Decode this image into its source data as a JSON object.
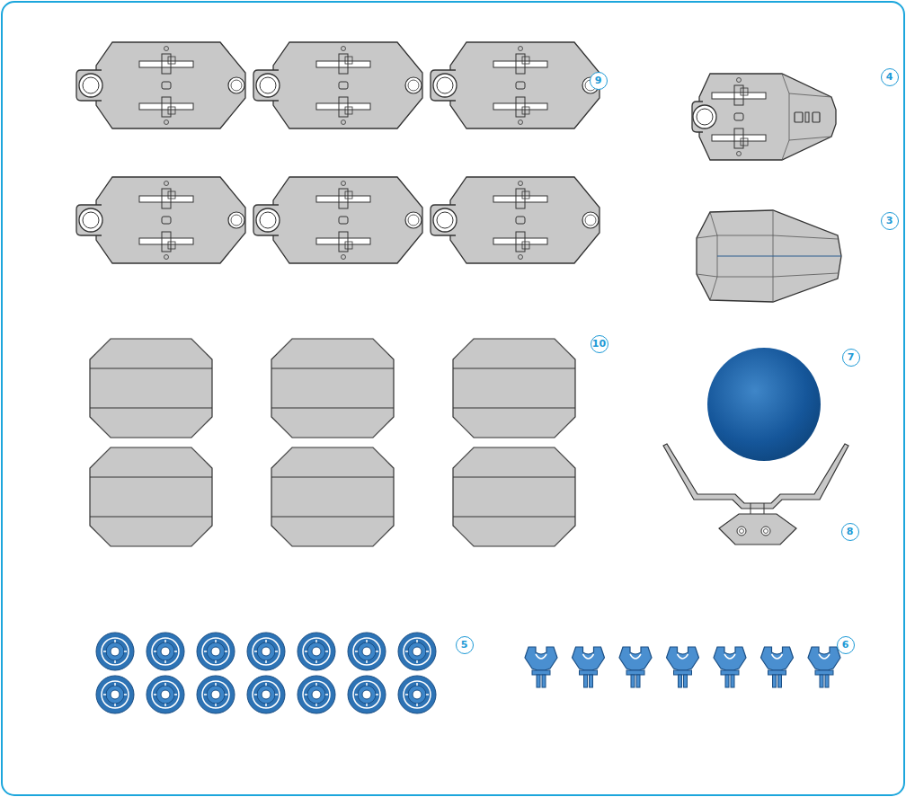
{
  "diagram": {
    "labels": [
      "9",
      "4",
      "3",
      "10",
      "7",
      "8",
      "5",
      "6"
    ]
  }
}
